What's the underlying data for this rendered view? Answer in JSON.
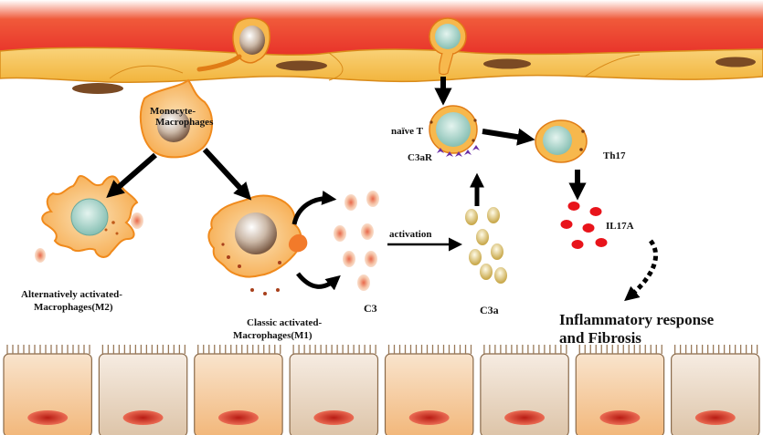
{
  "labels": {
    "monocyte_line1": "Monocyte-",
    "monocyte_line2": "Macrophages",
    "m2_line1": "Alternatively activated-",
    "m2_line2": "Macrophages(M2)",
    "m1_line1": "Classic activated-",
    "m1_line2": "Macrophages(M1)",
    "c3": "C3",
    "activation": "activation",
    "c3a": "C3a",
    "naive_t": "naïve T",
    "c3ar": "C3aR",
    "th17": "Th17",
    "il17a": "IL17A",
    "outcome_line1": "Inflammatory response",
    "outcome_line2": "and Fibrosis"
  },
  "colors": {
    "vessel_red": "#e8332a",
    "endothelium": "#f5c25a",
    "cell_orange": "#f7b84d",
    "cell_edge": "#f08a1c",
    "nucleus_green": "#a8d6cd",
    "il17a_red": "#e8141b",
    "c3ar_purple": "#6a2fa6",
    "epithelium_orange": "#f6c289",
    "epithelium_beige": "#e9d3bb",
    "epithelium_nucleus": "#d83b2a"
  },
  "icons": [
    "arrow-icon",
    "dotted-arrow-icon"
  ]
}
